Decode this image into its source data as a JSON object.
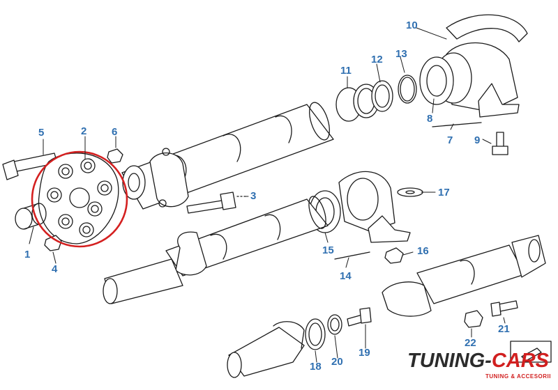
{
  "diagram": {
    "part_numbers": {
      "p1": "1",
      "p2": "2",
      "p3": "3",
      "p4": "4",
      "p5": "5",
      "p6": "6",
      "p7": "7",
      "p8": "8",
      "p9": "9",
      "p10": "10",
      "p11": "11",
      "p12": "12",
      "p13": "13",
      "p14": "14",
      "p15": "15",
      "p16": "16",
      "p17": "17",
      "p18": "18",
      "p19": "19",
      "p20": "20",
      "p21": "21",
      "p22": "22"
    },
    "colors": {
      "callout": "#2f6fb0",
      "highlight_circle": "#d42020",
      "line_art": "#1a1a1a"
    }
  },
  "logo": {
    "name_part1": "TUNING-",
    "name_part2": "CARS",
    "tagline": "TUNING & ACCESORII",
    "colors": {
      "dark": "#2b2b2b",
      "accent": "#d11f1f"
    }
  }
}
